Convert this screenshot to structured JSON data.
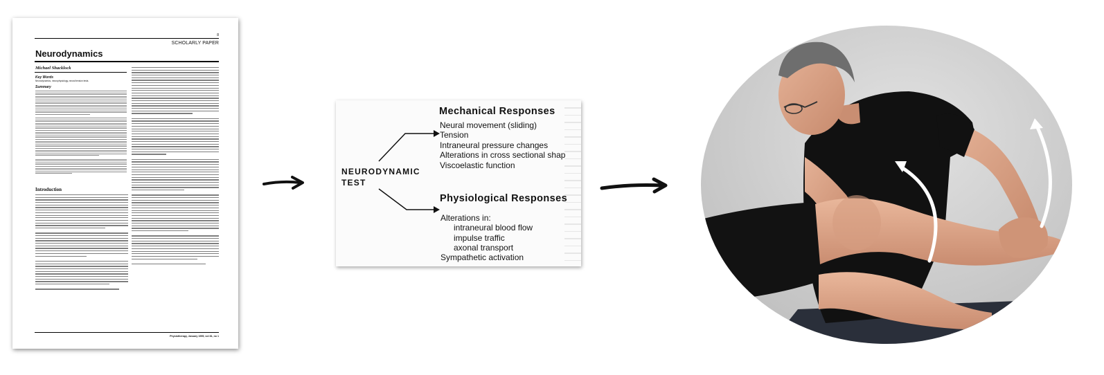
{
  "paper": {
    "page_number": "8",
    "label": "SCHOLARLY PAPER",
    "title": "Neurodynamics",
    "author": "Michael Shacklock",
    "key_words_heading": "Key Words",
    "key_words": "Neurodynamics, neurophysiology, neural tension tests.",
    "summary_heading": "Summary",
    "introduction_heading": "Introduction",
    "footer": "Physiotherapy, January 1995, vol 81, no 1"
  },
  "diagram": {
    "test_label_line1": "NEURODYNAMIC",
    "test_label_line2": "TEST",
    "mechanical_heading": "Mechanical Responses",
    "mechanical_items": [
      "Neural movement (sliding)",
      "Tension",
      "Intraneural pressure changes",
      "Alterations in cross sectional shap",
      "Viscoelastic function"
    ],
    "physiological_heading": "Physiological Responses",
    "physiological_items": [
      "Alterations in:",
      "intraneural blood flow",
      "impulse traffic",
      "axonal transport",
      "Sympathetic activation"
    ]
  },
  "colors": {
    "arrow": "#111111",
    "photo_background": "#d4d4d4",
    "shirt": "#111111",
    "skin": "#d9a184",
    "curved_arrow": "#ffffff"
  },
  "icons": {
    "flow_arrow_1": "right-arrow-icon",
    "flow_arrow_2": "right-arrow-icon"
  }
}
